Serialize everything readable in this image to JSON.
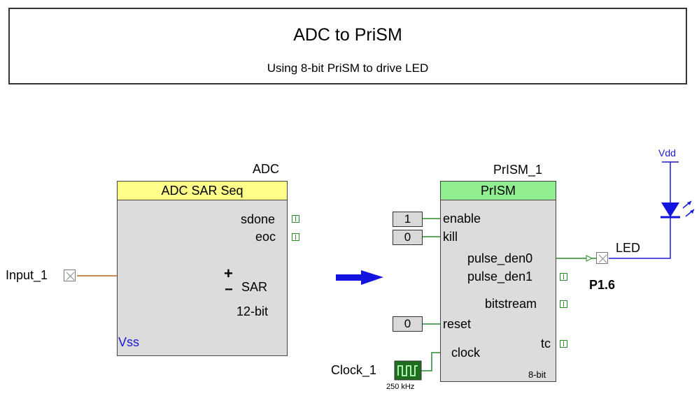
{
  "title": "ADC to PriSM",
  "subtitle": "Using 8-bit PriSM to drive LED",
  "adc": {
    "instance_name": "ADC",
    "header": "ADC SAR Seq",
    "pins": {
      "sdone": "sdone",
      "eoc": "eoc"
    },
    "sar_label": "SAR",
    "plus": "+",
    "minus": "−",
    "resolution": "12-bit",
    "ground_label": "Vss"
  },
  "input_pin": {
    "name": "Input_1"
  },
  "prism": {
    "instance_name": "PrISM_1",
    "header": "PrISM",
    "inputs": {
      "enable": "enable",
      "kill": "kill",
      "reset": "reset",
      "clock": "clock"
    },
    "outputs": {
      "pulse_den0": "pulse_den0",
      "pulse_den1": "pulse_den1",
      "bitstream": "bitstream",
      "tc": "tc"
    },
    "resolution": "8-bit"
  },
  "constants": {
    "enable": "1",
    "kill": "0",
    "reset": "0"
  },
  "clock": {
    "name": "Clock_1",
    "frequency": "250 kHz"
  },
  "led": {
    "net_label": "LED",
    "pin": "P1.6",
    "supply": "Vdd"
  },
  "colors": {
    "adc_header": "#ffff8a",
    "prism_header": "#90ee90",
    "wire_green": "#2a8a2a",
    "wire_blue": "#1a1ad6",
    "wire_brown": "#b8651e",
    "sar_fill": "#33d6e6",
    "arrow_blue": "#1414e0"
  }
}
